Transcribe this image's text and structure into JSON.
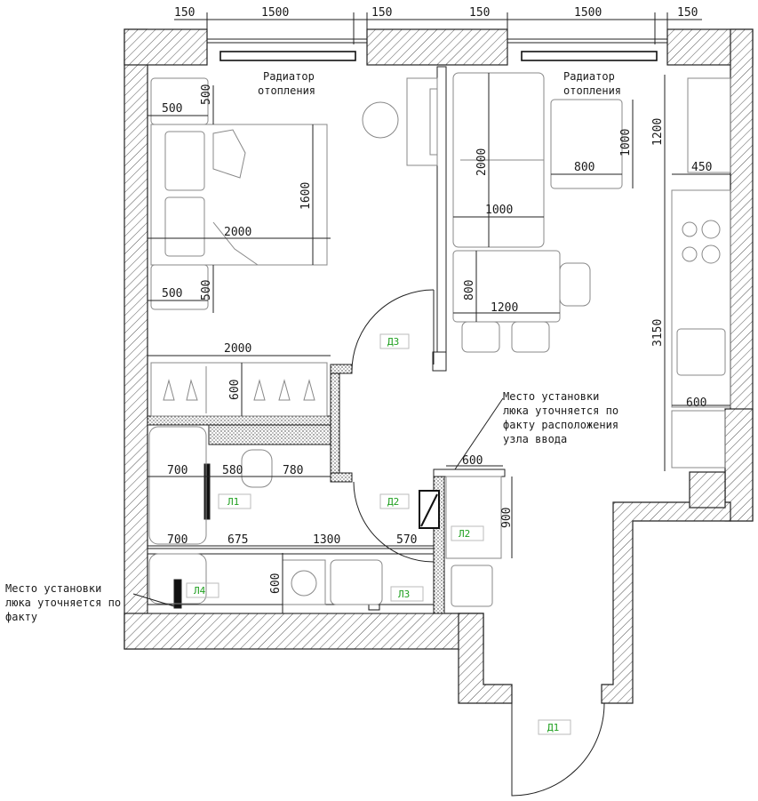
{
  "top_dims": [
    "150",
    "1500",
    "150",
    "150",
    "1500",
    "150"
  ],
  "annotations": {
    "radiator_1": [
      "Радиатор",
      "отопления"
    ],
    "radiator_2": [
      "Радиатор",
      "отопления"
    ],
    "entry_node": [
      "Место установки",
      "люка уточняется по",
      "факту расположения",
      "узла ввода"
    ],
    "hatch_left": [
      "Место установки",
      "люка уточняется по",
      "факту"
    ]
  },
  "bedroom_dims": {
    "nightstand_w_top": "500",
    "nightstand_h_top": "500",
    "bed_length": "2000",
    "bed_width": "1600",
    "nightstand_w_bottom": "500",
    "nightstand_h_bottom": "500",
    "wardrobe_length": "2000",
    "wardrobe_depth": "600"
  },
  "living_dims": {
    "sofa_length": "2000",
    "sofa_depth": "1000",
    "armchair_w": "800",
    "armchair_d": "1000",
    "table_length": "1200",
    "table_depth": "800",
    "kitchen_upper": "1200",
    "kitchen_depth": "450",
    "kitchen_length": "3150",
    "fridge_w": "600"
  },
  "bath_dims": {
    "row1": [
      "700",
      "580",
      "780"
    ],
    "row2": [
      "700",
      "675",
      "1300",
      "570"
    ],
    "washer": "600",
    "hall_w": "600",
    "hall_d": "900"
  },
  "door_tags": [
    "Д3",
    "Д2",
    "Д1"
  ],
  "hatch_tags": [
    "Л1",
    "Л2",
    "Л3",
    "Л4"
  ]
}
